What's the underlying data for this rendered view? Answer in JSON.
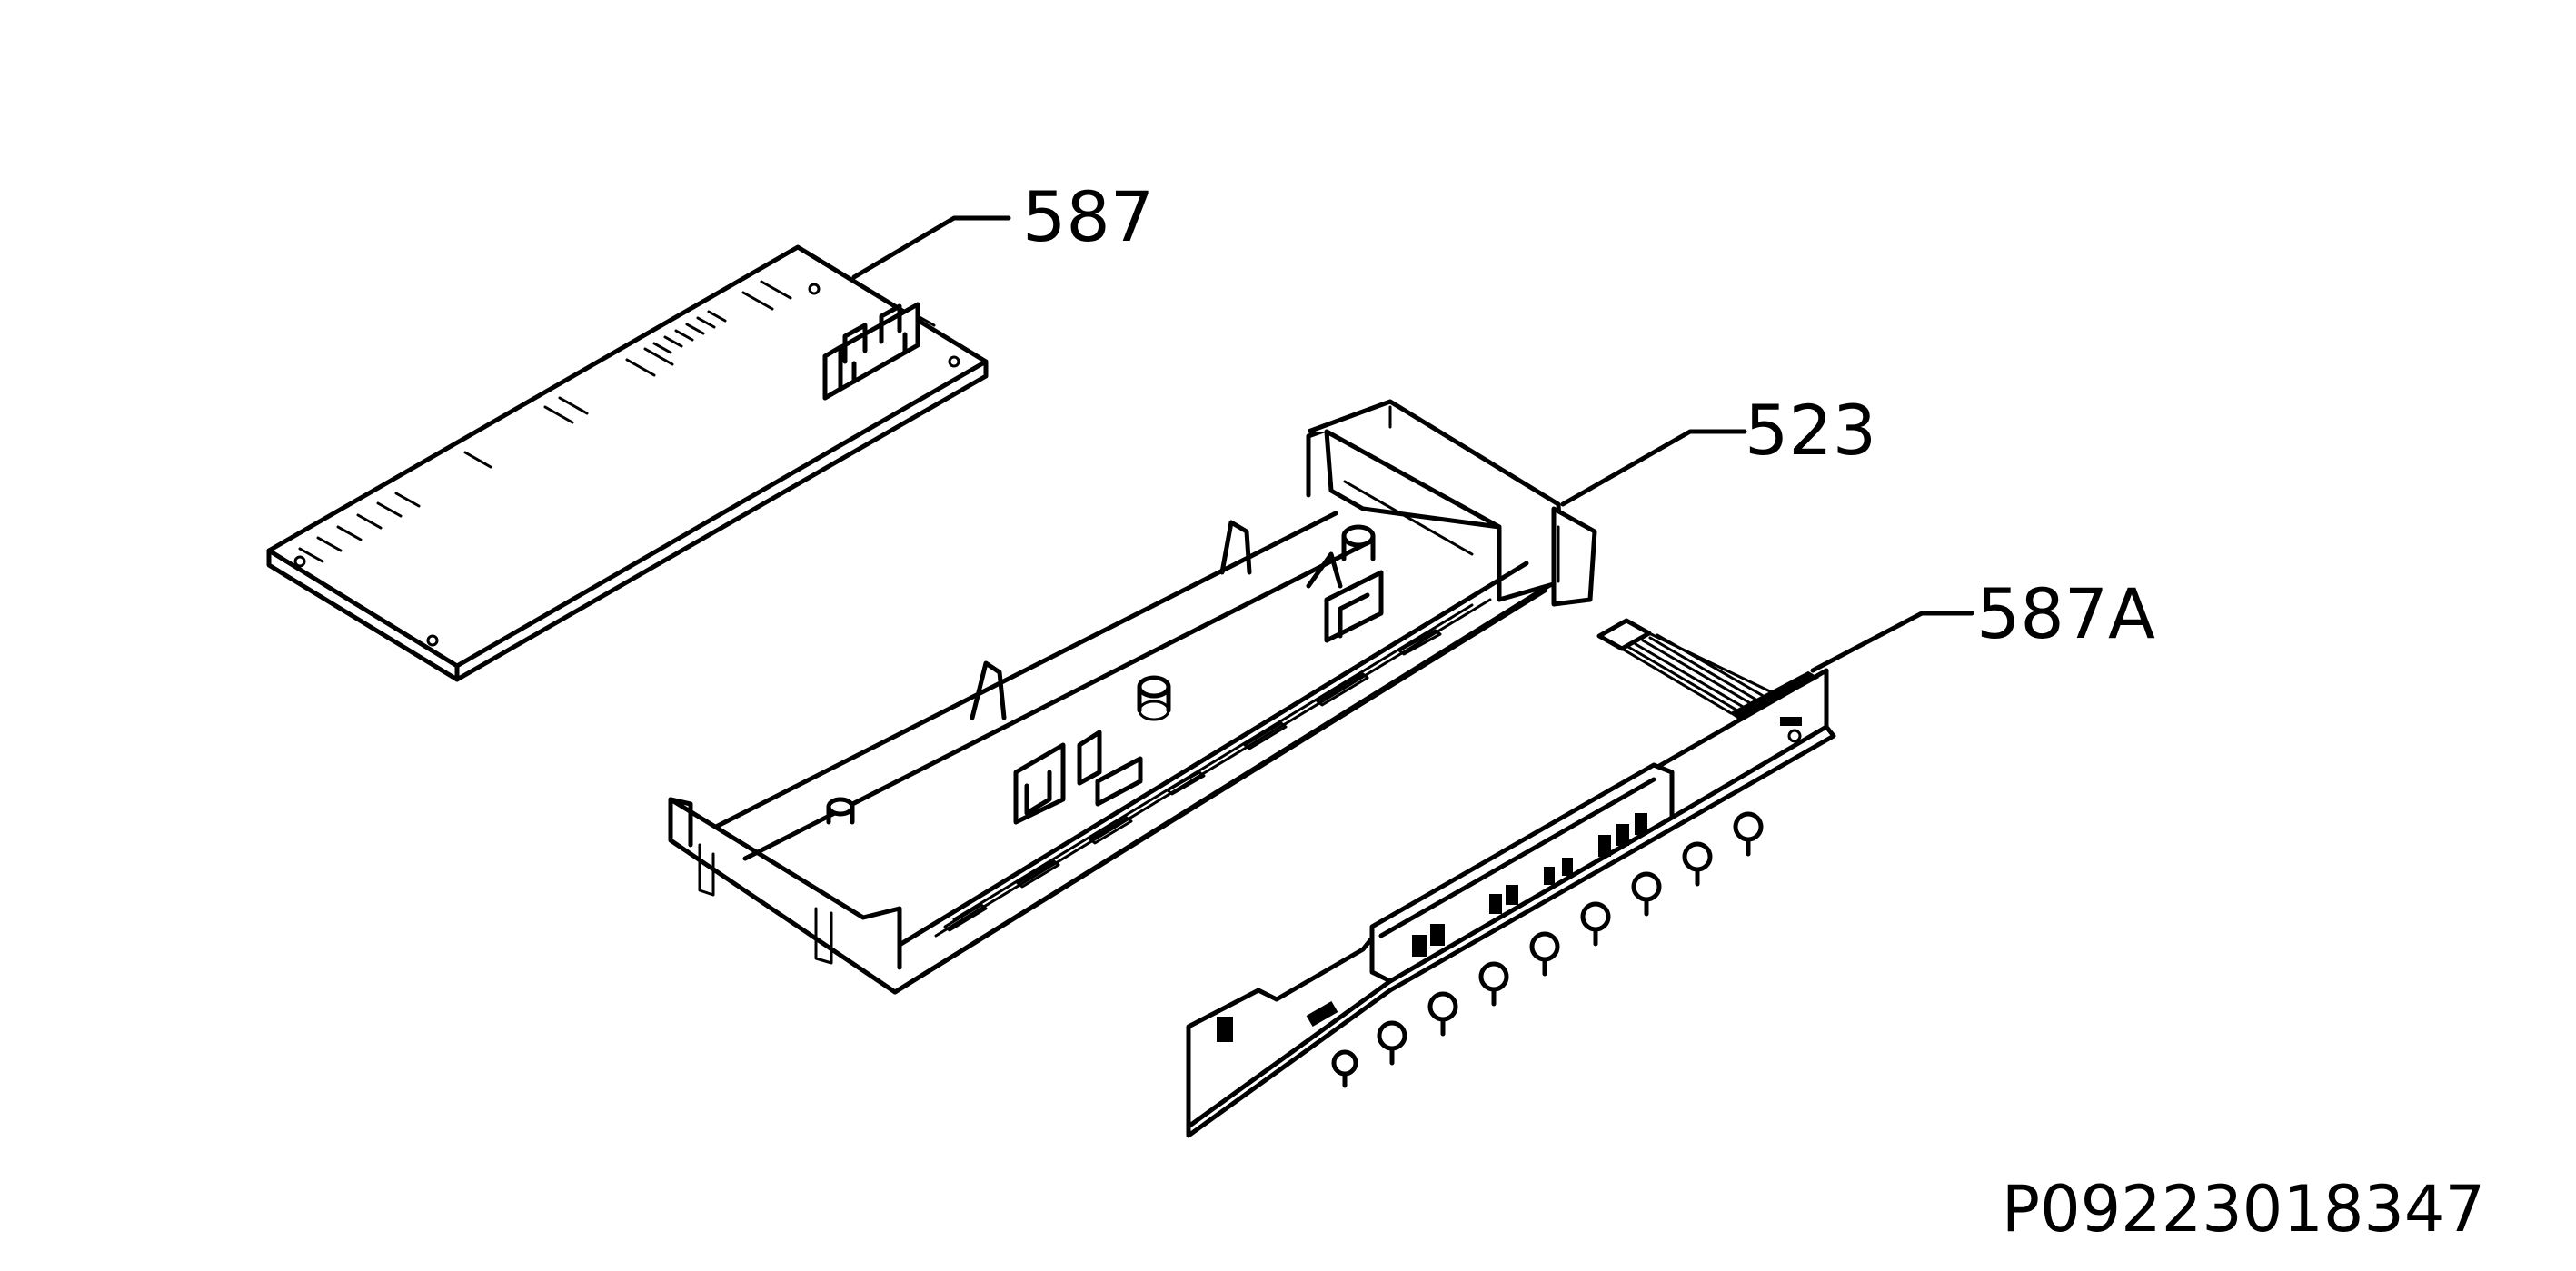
{
  "diagram": {
    "callouts": [
      {
        "id": "part-587",
        "label": "587"
      },
      {
        "id": "part-523",
        "label": "523"
      },
      {
        "id": "part-587A",
        "label": "587A"
      }
    ],
    "reference_code": "P09223018347"
  },
  "colors": {
    "line": "#000000",
    "background": "#ffffff"
  }
}
